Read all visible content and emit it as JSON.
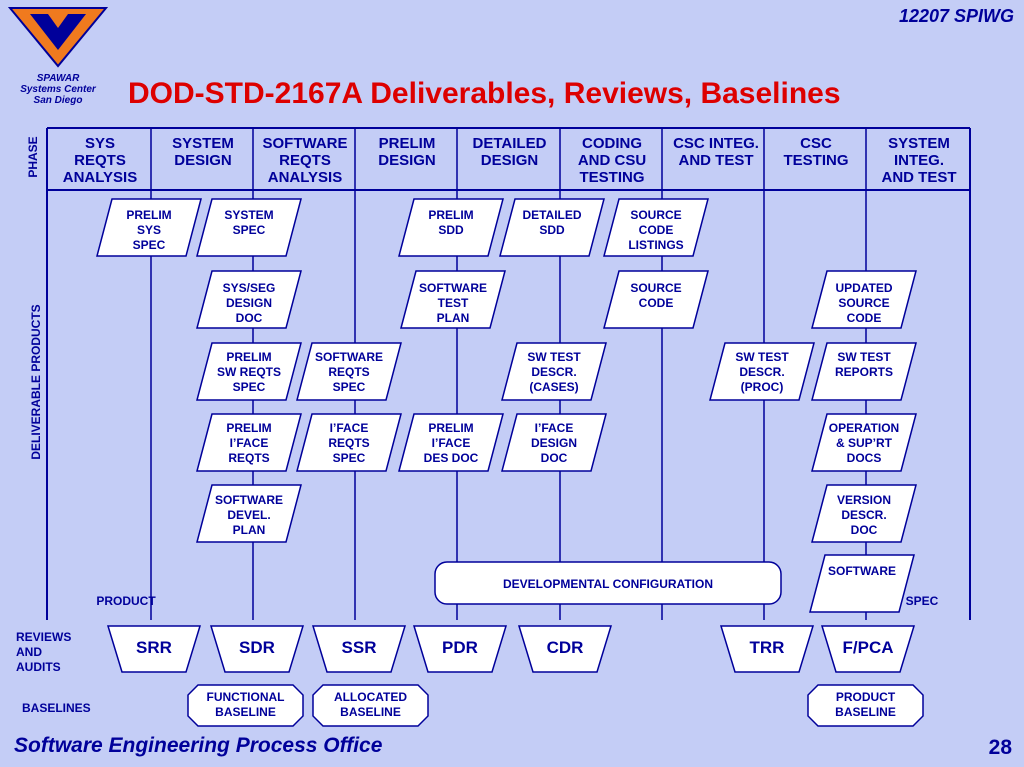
{
  "header": {
    "course": "12207 SPIWG",
    "title": "DOD-STD-2167A Deliverables, Reviews, Baselines",
    "org_lines": [
      "SPAWAR",
      "Systems Center",
      "San Diego"
    ]
  },
  "row_labels": {
    "phase": "PHASE",
    "deliverables": "DELIVERABLE  PRODUCTS",
    "reviews": "REVIEWS\nAND\nAUDITS",
    "baselines": "BASELINES"
  },
  "phases": [
    "SYS\nREQTS\nANALYSIS",
    "SYSTEM\nDESIGN",
    "SOFTWARE\nREQTS\nANALYSIS",
    "PRELIM\nDESIGN",
    "DETAILED\nDESIGN",
    "CODING\nAND CSU\nTESTING",
    "CSC INTEG.\nAND TEST",
    "CSC\nTESTING",
    "SYSTEM\nINTEG.\nAND TEST"
  ],
  "deliverables": {
    "prelim_sys_spec": "PRELIM\nSYS\nSPEC",
    "system_spec": "SYSTEM\nSPEC",
    "prelim_sdd": "PRELIM\nSDD",
    "detailed_sdd": "DETAILED\nSDD",
    "source_listings": "SOURCE\nCODE\nLISTINGS",
    "sys_seg_design": "SYS/SEG\nDESIGN\nDOC",
    "software_test_plan": "SOFTWARE\nTEST\nPLAN",
    "source_code": "SOURCE\nCODE",
    "updated_source": "UPDATED\nSOURCE\nCODE",
    "prelim_sw_reqts": "PRELIM\nSW REQTS\nSPEC",
    "software_reqts_spec": "SOFTWARE\nREQTS\nSPEC",
    "sw_test_descr_cases": "SW TEST\nDESCR.\n(CASES)",
    "sw_test_descr_proc": "SW TEST\nDESCR.\n(PROC)",
    "sw_test_reports": "SW TEST\nREPORTS",
    "prelim_iface_reqts": "PRELIM\nI’FACE\nREQTS",
    "iface_reqts_spec": "I’FACE\nREQTS\nSPEC",
    "prelim_iface_des": "PRELIM\nI’FACE\nDES DOC",
    "iface_design_doc": "I’FACE\nDESIGN\nDOC",
    "operation_docs": "OPERATION\n&  SUP’RT\nDOCS",
    "software_devel_plan": "SOFTWARE\nDEVEL.\nPLAN",
    "version_descr": "VERSION\nDESCR.\nDOC",
    "software_product_spec": "SOFTWARE",
    "product_label": "PRODUCT",
    "spec_label": "SPEC"
  },
  "config_bar": "DEVELOPMENTAL CONFIGURATION",
  "reviews": [
    "SRR",
    "SDR",
    "SSR",
    "PDR",
    "CDR",
    "TRR",
    "F/PCA"
  ],
  "baselines": {
    "functional": "FUNCTIONAL\nBASELINE",
    "allocated": "ALLOCATED\nBASELINE",
    "product": "PRODUCT\nBASELINE"
  },
  "footer": {
    "office": "Software Engineering Process Office",
    "page": "28"
  },
  "colors": {
    "background": "#c4cdf6",
    "navy": "#00009a",
    "title_red": "#dd0000",
    "logo_orange": "#f07a1e"
  }
}
